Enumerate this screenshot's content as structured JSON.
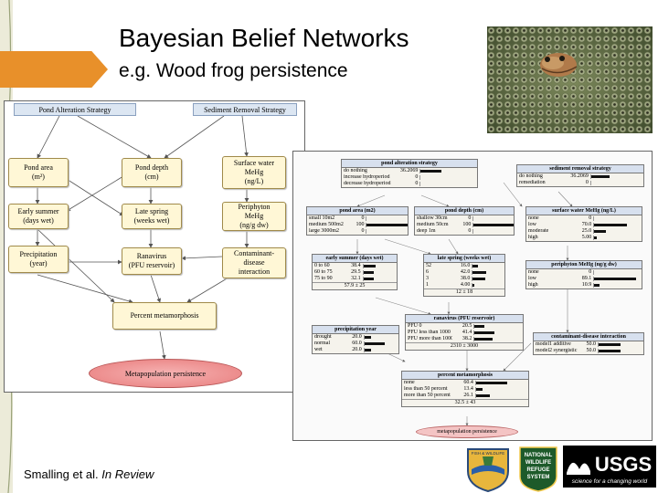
{
  "slide": {
    "title": "Bayesian Belief Networks",
    "subtitle": "e.g. Wood frog persistence",
    "citation_authors": "Smalling et al.",
    "citation_status": "In Review"
  },
  "diagram": {
    "headers": [
      "Pond Alteration Strategy",
      "Sediment Removal Strategy"
    ],
    "nodes": [
      "Pond area\n(m²)",
      "Pond depth\n(cm)",
      "Surface water\nMeHg\n(ng/L)",
      "Early summer\n(days wet)",
      "Late spring\n(weeks wet)",
      "Periphyton\nMeHg\n(ng/g dw)",
      "Precipitation\n(year)",
      "Ranavirus\n(PFU reservoir)",
      "Contaminant-\ndisease\ninteraction",
      "Percent metamorphosis"
    ],
    "outcome": "Metapopulation persistence"
  },
  "network": {
    "pond_alteration": {
      "title": "pond alteration strategy",
      "rows": [
        {
          "label": "do nothing",
          "value": "36.2069",
          "pct": 36
        },
        {
          "label": "increase hydroperiod",
          "value": "0",
          "pct": 0
        },
        {
          "label": "decrease hydroperiod",
          "value": "0",
          "pct": 0
        }
      ]
    },
    "sediment_removal": {
      "title": "sediment removal strategy",
      "rows": [
        {
          "label": "do nothing",
          "value": "36.2069",
          "pct": 36
        },
        {
          "label": "remediation",
          "value": "0",
          "pct": 0
        }
      ]
    },
    "pond_area": {
      "title": "pond area (m2)",
      "rows": [
        {
          "label": "small 10m2",
          "value": "0",
          "pct": 0
        },
        {
          "label": "medium 500m2",
          "value": "100",
          "pct": 100
        },
        {
          "label": "large 3000m2",
          "value": "0",
          "pct": 0
        }
      ]
    },
    "pond_depth": {
      "title": "pond depth (cm)",
      "rows": [
        {
          "label": "shallow 30cm",
          "value": "0",
          "pct": 0
        },
        {
          "label": "medium 50cm",
          "value": "100",
          "pct": 100
        },
        {
          "label": "deep 1m",
          "value": "0",
          "pct": 0
        }
      ]
    },
    "surface_water": {
      "title": "surface water MeHg (ng/L)",
      "rows": [
        {
          "label": "none",
          "value": "0",
          "pct": 0
        },
        {
          "label": "low",
          "value": "70.0",
          "pct": 70
        },
        {
          "label": "moderate",
          "value": "25.0",
          "pct": 25
        },
        {
          "label": "high",
          "value": "5.00",
          "pct": 5
        }
      ]
    },
    "early_summer": {
      "title": "early summer (days wet)",
      "rows": [
        {
          "label": "0 to 60",
          "value": "38.4",
          "pct": 38
        },
        {
          "label": "60 to 75",
          "value": "29.5",
          "pct": 30
        },
        {
          "label": "75 to 90",
          "value": "32.1",
          "pct": 32
        }
      ],
      "summary": "57.9 ± 25"
    },
    "late_spring": {
      "title": "late spring (weeks wet)",
      "rows": [
        {
          "label": "52",
          "value": "16.0",
          "pct": 16
        },
        {
          "label": "6",
          "value": "42.0",
          "pct": 42
        },
        {
          "label": "3",
          "value": "38.0",
          "pct": 38
        },
        {
          "label": "1",
          "value": "4.00",
          "pct": 4
        }
      ],
      "summary": "12 ± 18"
    },
    "periphyton": {
      "title": "periphyton MeHg (ng/g dw)",
      "rows": [
        {
          "label": "none",
          "value": "0",
          "pct": 0
        },
        {
          "label": "low",
          "value": "89.1",
          "pct": 89
        },
        {
          "label": "high",
          "value": "10.9",
          "pct": 11
        }
      ]
    },
    "ranavirus": {
      "title": "ranavirus (PFU reservoir)",
      "rows": [
        {
          "label": "PFU 0",
          "value": "20.5",
          "pct": 20
        },
        {
          "label": "PFU less than 1000",
          "value": "41.4",
          "pct": 41
        },
        {
          "label": "PFU more than 1000",
          "value": "38.2",
          "pct": 38
        }
      ],
      "summary": "2310 ± 3000"
    },
    "precipitation": {
      "title": "precipitation year",
      "rows": [
        {
          "label": "drought",
          "value": "20.0",
          "pct": 20
        },
        {
          "label": "normal",
          "value": "60.0",
          "pct": 60
        },
        {
          "label": "wet",
          "value": "20.0",
          "pct": 20
        }
      ]
    },
    "contaminant": {
      "title": "contaminant-disease interaction",
      "rows": [
        {
          "label": "model1 additive",
          "value": "50.0",
          "pct": 50
        },
        {
          "label": "model2 synergistic",
          "value": "50.0",
          "pct": 50
        }
      ]
    },
    "percent_meta": {
      "title": "percent metamorphosis",
      "rows": [
        {
          "label": "none",
          "value": "60.4",
          "pct": 60
        },
        {
          "label": "less than 50 percent",
          "value": "13.4",
          "pct": 13
        },
        {
          "label": "more than 50 percent",
          "value": "26.1",
          "pct": 26
        }
      ],
      "summary": "32.5 ± 43"
    },
    "outcome": "metapopulation persistence"
  },
  "logos": {
    "fws_top": "FISH & WILDLIFE",
    "nwrs_lines": [
      "NATIONAL",
      "WILDLIFE",
      "REFUGE",
      "SYSTEM"
    ],
    "usgs_name": "USGS",
    "usgs_tagline": "science for a changing world"
  },
  "colors": {
    "accent_orange": "#e8902a",
    "node_fill": "#fff7d6",
    "outcome_fill": "#e87c7c",
    "bn_header": "#d7e0ee"
  }
}
